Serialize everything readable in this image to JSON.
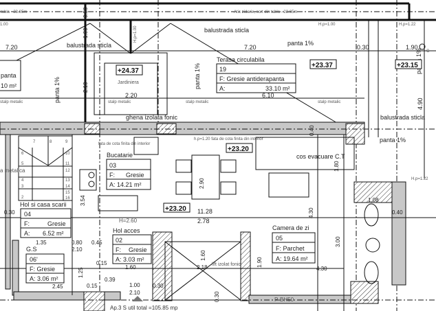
{
  "top": {
    "attic_left": "tabla - 23.65m",
    "attic_right": "Atic zidarie, sort din tabla - 23.65m",
    "hp_left": "1.00",
    "hp_mid": "H.p=1.00",
    "hp_right": "H.p=1.22",
    "hp_vertical": "H.p=1.00",
    "dim_050": "0.50",
    "dim_100": "1.00",
    "dim_210": "2.10",
    "dim_720a": "7.20",
    "dim_720b": "7.20",
    "dim_030": "0.30",
    "dim_190": "1.90",
    "dim_220": "2.20",
    "dim_610": "6.10",
    "dim_490": "4.90",
    "balustrada1": "balustrada sticla",
    "balustrada2": "balustrada sticla",
    "balustrada3": "balustrada sticla",
    "panta1": "panta 1%",
    "panta2": "panta 1%",
    "panta3": "panta 1%",
    "panta4": "panta 1%",
    "panta5": "panta 1%",
    "stalp1": "stalp metalic",
    "stalp2": "stalp metalic",
    "stalp3": "stalp metalic",
    "stalp4": "stalp metalic",
    "ghena": "ghena izolata fonic",
    "partial_left_1": "panta",
    "partial_left_2": "10 m²",
    "jardiniera_level": "+24.37",
    "jardiniera": "Jardiniera",
    "level_2337": "+23.37",
    "level_2315": "+23.15",
    "hp_122": "H.p=1.22",
    "col_c": "C"
  },
  "rooms": {
    "terasa": {
      "name": "Terasa circulabila",
      "num": "19",
      "floor": "F: Gresie antiderapanta",
      "area_label": "A:",
      "area": "33.10 m²"
    },
    "bucatarie": {
      "name": "Bucatarie",
      "num": "03",
      "floor_label": "F:",
      "floor": "Gresie",
      "area": "A: 14.21 m²"
    },
    "hol_scari": {
      "name": "Hol si casa scarii",
      "num": "04",
      "floor_label": "F:",
      "floor": "Gresie",
      "area_label": "A:",
      "area": "6.52 m²"
    },
    "hol_acces": {
      "name": "Hol acces",
      "num": "02",
      "floor_label": "F:",
      "floor": "Gresie",
      "area": "A: 3.03 m²"
    },
    "gs": {
      "name": "G.S",
      "num": "06'",
      "floor": "F: Gresie",
      "area": "A: 3.06 m²"
    },
    "camera": {
      "name": "Camera de zi",
      "num": "05",
      "floor": "F:  Parchet",
      "area": "A: 19.64 m²"
    }
  },
  "interior": {
    "level_2320a": "+23.20",
    "level_2320b": "+23.20",
    "fata_cota": "fata de cota finita din interior",
    "fata_cota2": "h.p=1.20 fata de cota finita din interior",
    "cos": "cos evacuare C.T",
    "metalica": "a metalica",
    "lift": "lift izolat fonic",
    "h260": "H=2.60",
    "pbh": "P-BH50",
    "area_total": "Ap.3 S util total =105.85 mp",
    "dim_1128": "11.28",
    "dim_278": "2.78",
    "dim_290": "2.90",
    "dim_180": "1.80",
    "dim_040a": "0.40",
    "dim_040b": "0.40",
    "dim_108": "1.08",
    "dim_430a": "4.30",
    "dim_430b": "4.30",
    "dim_300": "3.00",
    "dim_190": "1.90",
    "dim_160a": "1.60",
    "dim_160b": "1.60",
    "dim_218": "2.18",
    "dim_030a": "0.30",
    "dim_030b": "0.30",
    "dim_030c": "0.30",
    "dim_135": "1.35",
    "dim_080": "0.80",
    "dim_045": "0.45",
    "dim_210a": "2.10",
    "dim_210b": "2.10",
    "dim_015a": "0.15",
    "dim_015b": "0.15",
    "dim_125": "1.25",
    "dim_039": "0.39",
    "dim_100": "1.00",
    "dim_245": "2.45",
    "dim_354": "3.54",
    "stairs": [
      "2",
      "3",
      "4",
      "5",
      "6",
      "7",
      "8",
      "9",
      "10",
      "11",
      "12",
      "13",
      "14",
      "15",
      "16"
    ]
  }
}
